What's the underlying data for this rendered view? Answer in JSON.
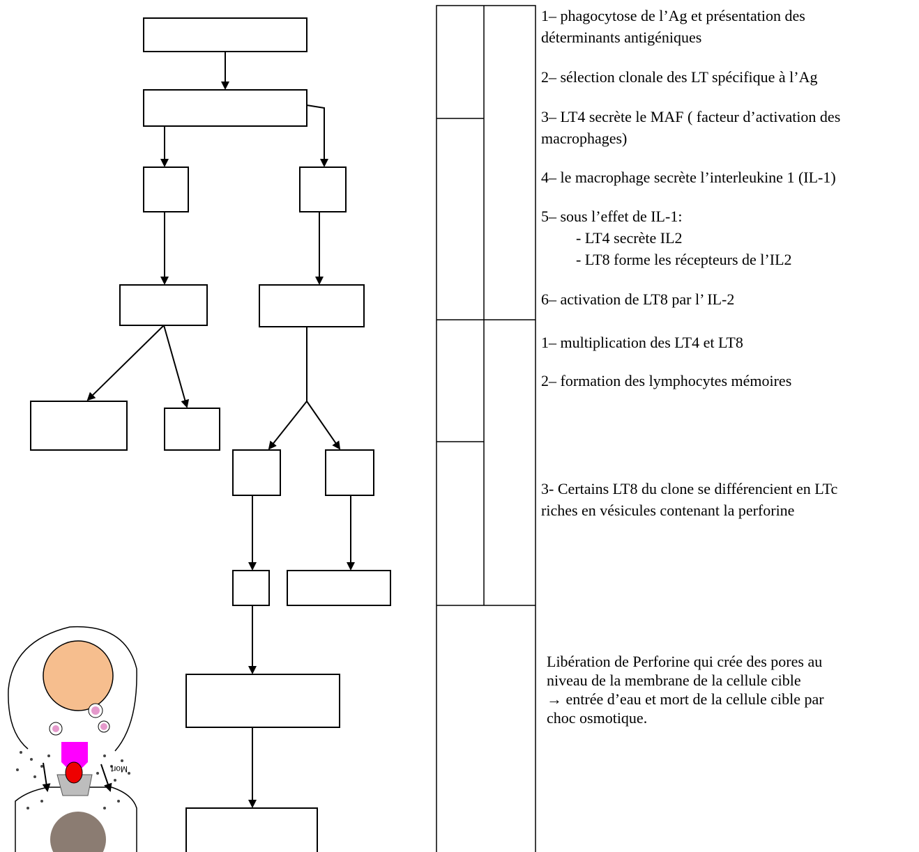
{
  "steps": {
    "s1_line1": "1– phagocytose de l’Ag et présentation des",
    "s1_line2": "déterminants antigéniques",
    "s2": "2– sélection clonale des LT spécifique à l’Ag",
    "s3_line1": "3– LT4 secrète le MAF ( facteur d’activation des",
    "s3_line2": "macrophages)",
    "s4": "4– le macrophage secrète l’interleukine 1 (IL-1)",
    "s5_line1": "5– sous l’effet de IL-1:",
    "s5_line2": "- LT4 secrète IL2",
    "s5_line3": "- LT8 forme les récepteurs de l’IL2",
    "s6": "6– activation de LT8 par l’ IL-2",
    "p2_s1": "1– multiplication des LT4 et LT8",
    "p2_s2": "2– formation des lymphocytes mémoires",
    "p3_line1": "3- Certains LT8 du clone se différencient en LTc",
    "p3_line2": "riches en vésicules contenant la perforine",
    "p4_line1": "Libération de Perforine qui crée des pores au",
    "p4_line2": "niveau de la membrane de la cellule cible",
    "p4_line3": "→ entrée d’eau et mort de la cellule cible par",
    "p4_line4": "choc osmotique."
  },
  "cell_label": "Mort",
  "colors": {
    "stroke": "#000000",
    "nucleus": "#f6be8e",
    "receptor": "#ff00ff",
    "antigen": "#ee0000",
    "granule": "#cc3399",
    "target_nucleus": "#8b7c72"
  }
}
